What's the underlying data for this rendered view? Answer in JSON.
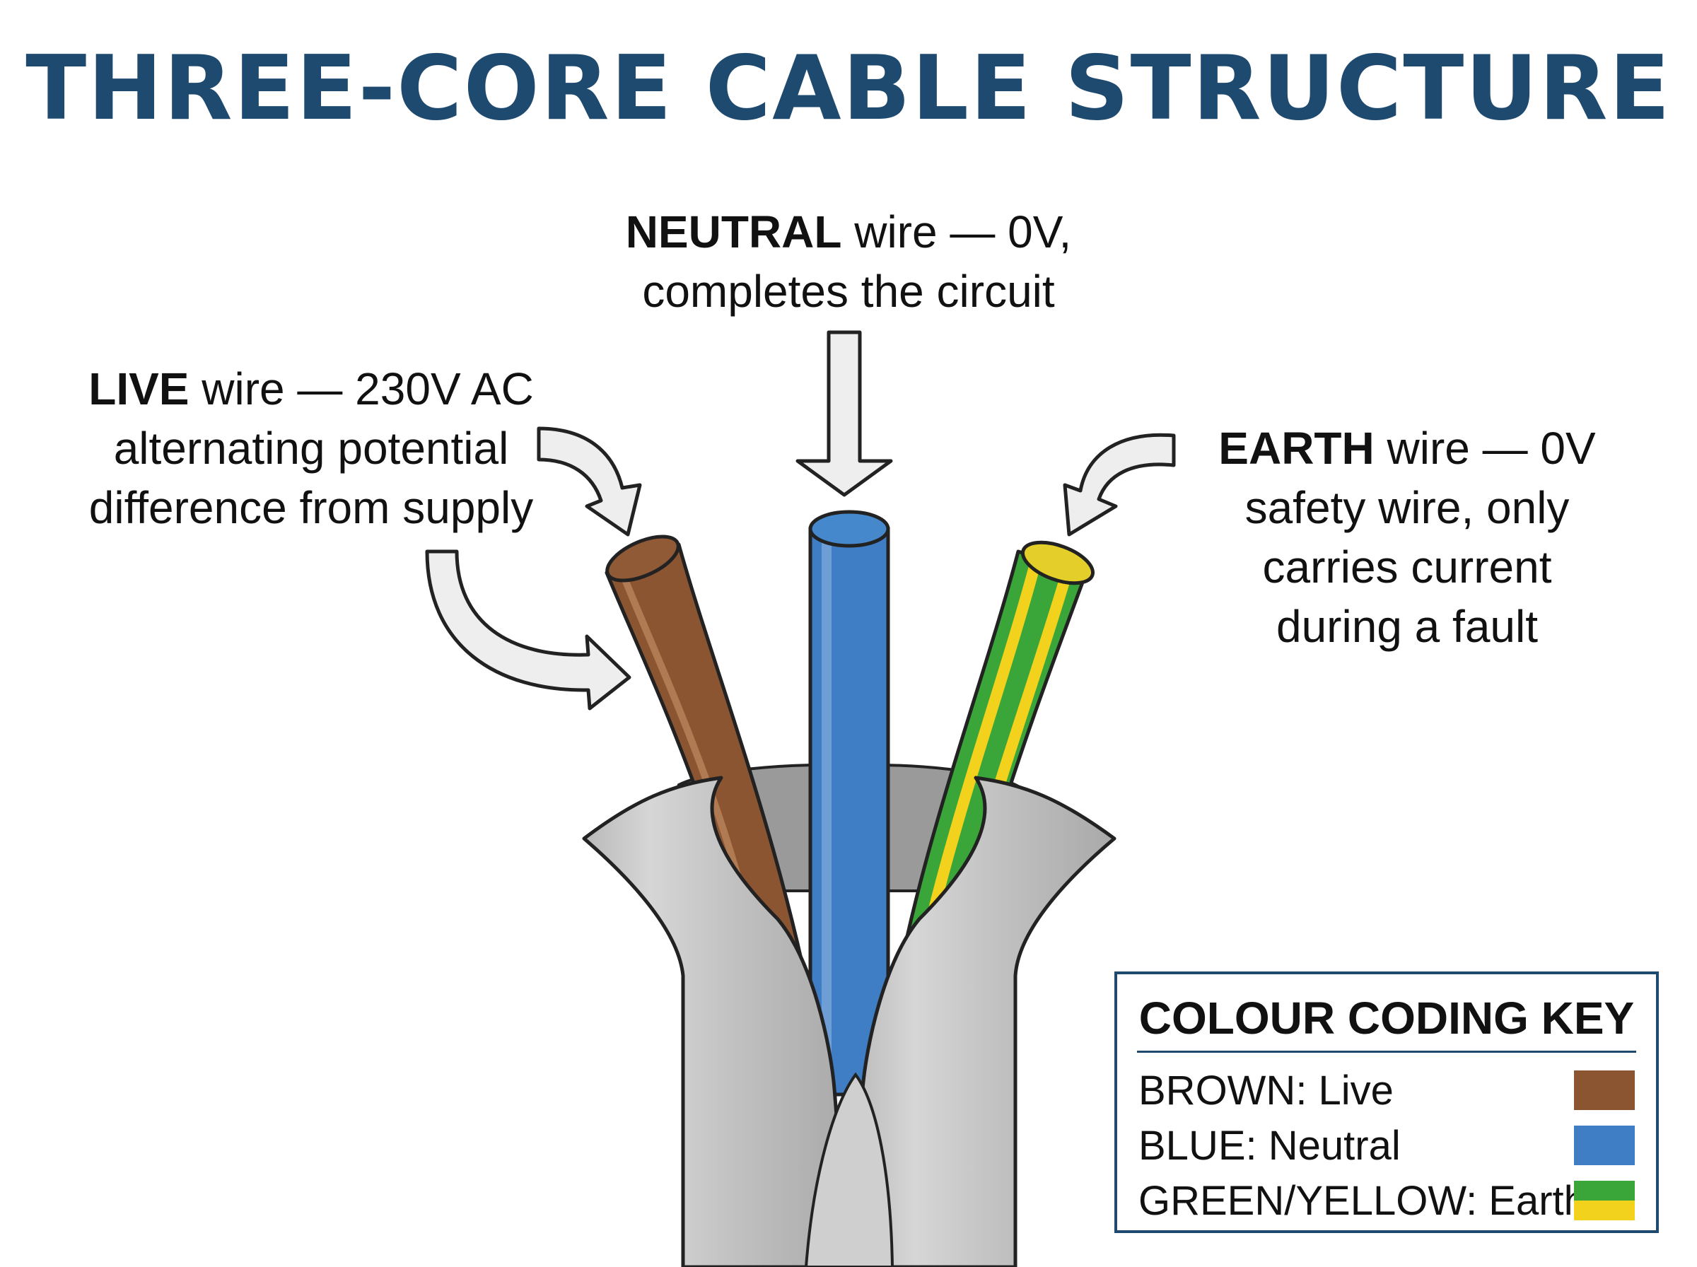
{
  "title": "THREE-CORE CABLE STRUCTURE",
  "labels": {
    "neutral": {
      "bold": "NEUTRAL",
      "line1_rest": " wire — 0V,",
      "line2": "completes the circuit"
    },
    "live": {
      "bold": "LIVE",
      "line1_rest": " wire — 230V AC",
      "line2": "alternating potential",
      "line3": "difference from supply"
    },
    "earth": {
      "bold": "EARTH",
      "line1_rest": " wire — 0V",
      "line2": "safety wire, only",
      "line3": "carries current",
      "line4": "during a fault"
    }
  },
  "key": {
    "title": "COLOUR CODING KEY",
    "rows": [
      {
        "label": "BROWN: Live",
        "swatch": "brown"
      },
      {
        "label": "BLUE: Neutral",
        "swatch": "blue"
      },
      {
        "label": "GREEN/YELLOW: Earth",
        "swatch": "green-yellow"
      }
    ]
  },
  "colors": {
    "title": "#1e4a70",
    "brown": "#8b5532",
    "blue": "#3f7ec4",
    "green": "#3aa63a",
    "yellow": "#f2d21c",
    "sheath": "#c4c4c4"
  }
}
